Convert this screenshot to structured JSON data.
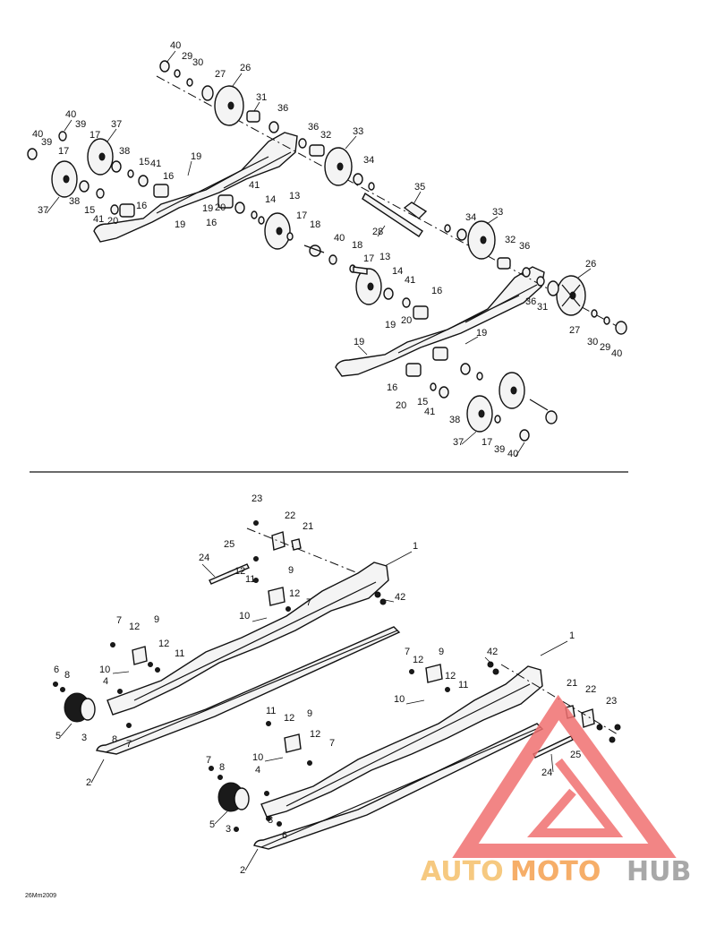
{
  "diagram_code": "26Mm2009",
  "callouts_top": [
    "40",
    "29",
    "30",
    "27",
    "26",
    "31",
    "36",
    "36",
    "32",
    "33",
    "34",
    "35",
    "28",
    "34",
    "33",
    "32",
    "36",
    "36",
    "31",
    "26",
    "27",
    "30",
    "29",
    "40",
    "40",
    "39",
    "37",
    "17",
    "38",
    "15",
    "41",
    "16",
    "19",
    "19",
    "20",
    "16",
    "41",
    "14",
    "13",
    "17",
    "18",
    "40",
    "18",
    "17",
    "13",
    "14",
    "41",
    "16",
    "20",
    "19",
    "19",
    "19",
    "16",
    "20",
    "15",
    "41",
    "38",
    "37",
    "17",
    "39",
    "40",
    "40",
    "39",
    "17",
    "38",
    "37",
    "15",
    "41",
    "20",
    "16",
    "19"
  ],
  "callouts_bottom": [
    "23",
    "22",
    "21",
    "25",
    "24",
    "1",
    "12",
    "11",
    "9",
    "12",
    "7",
    "42",
    "10",
    "7",
    "12",
    "9",
    "12",
    "11",
    "10",
    "6",
    "8",
    "4",
    "3",
    "5",
    "8",
    "7",
    "2",
    "42",
    "1",
    "7",
    "12",
    "9",
    "12",
    "11",
    "10",
    "21",
    "22",
    "23",
    "25",
    "24",
    "11",
    "12",
    "9",
    "12",
    "7",
    "10",
    "7",
    "8",
    "4",
    "5",
    "3",
    "8",
    "6",
    "2"
  ],
  "watermark": {
    "auto": "AUTO",
    "moto": "MOTO",
    "hub": "HUB",
    "color_auto": "#f5c06b",
    "color_moto": "#f5a050",
    "color_hub": "#9a9a9a",
    "triangle_color": "#f07070"
  }
}
